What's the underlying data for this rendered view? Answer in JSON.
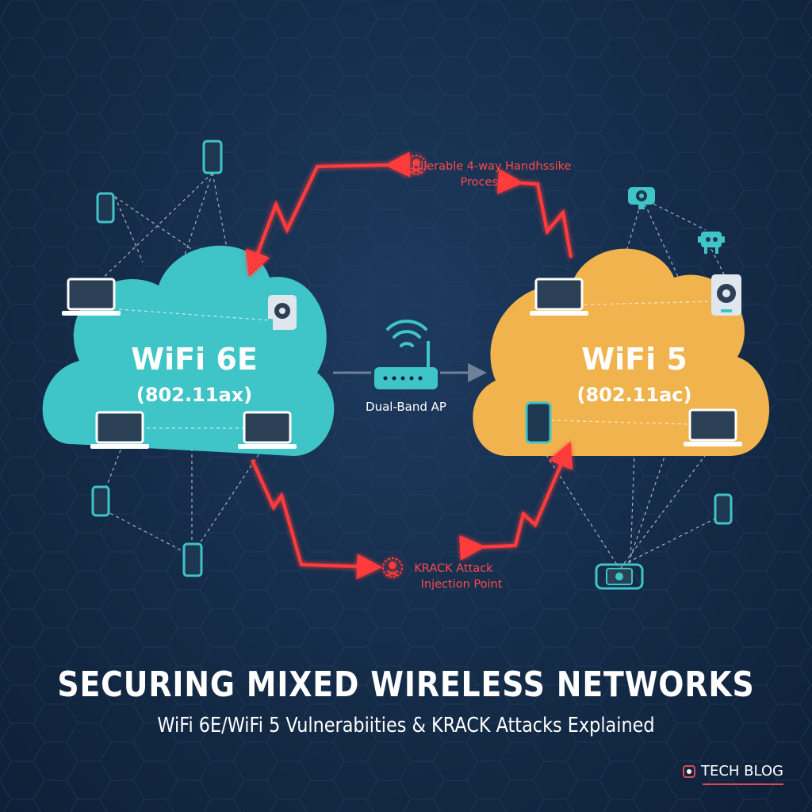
{
  "left_network": {
    "title": "WiFi 6E",
    "subtitle": "(802.11ax)",
    "color": "#3fc4c8"
  },
  "right_network": {
    "title": "WiFi 5",
    "subtitle": "(802.11ac)",
    "color": "#f0b34d"
  },
  "access_point": {
    "label": "Dual-Band AP"
  },
  "threats": {
    "handshake": {
      "line1": "Ullerable 4-way Handhssike",
      "line2": "Process"
    },
    "krack": {
      "line1": "KRACK Attack",
      "line2": "Injection Point"
    }
  },
  "colors": {
    "attack": "#ff3b3b",
    "background": "#142b47",
    "accent": "#e0475a"
  },
  "heading": {
    "title": "SECURING MIXED WIRELESS NETWORKS",
    "subtitle": "WiFi 6E/WiFi 5 Vulnerabiities & KRACK Attacks Explained"
  },
  "brand": {
    "label": "TECH BLOG"
  }
}
